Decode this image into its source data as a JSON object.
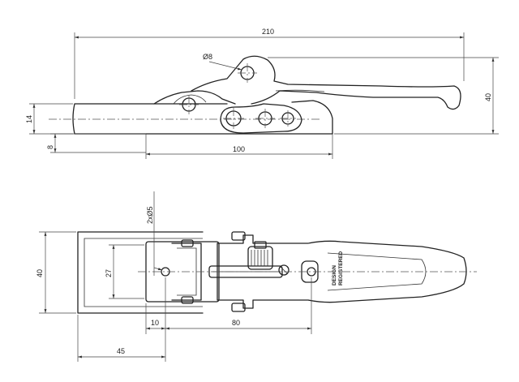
{
  "side_view": {
    "dimensions": {
      "overall_length": "210",
      "hole_diameter": "Ø8",
      "overall_height": "40",
      "base_height": "14",
      "plate_thickness": "8",
      "hole_span": "100"
    }
  },
  "top_view": {
    "dimensions": {
      "mounting_holes": "2xØ5",
      "overall_width": "40",
      "inner_width": "27",
      "hole_offset": "10",
      "hole_spacing": "80",
      "keeper_depth": "45"
    },
    "stamp": {
      "line1": "DESIGN",
      "line2": "REGISTERED"
    }
  }
}
